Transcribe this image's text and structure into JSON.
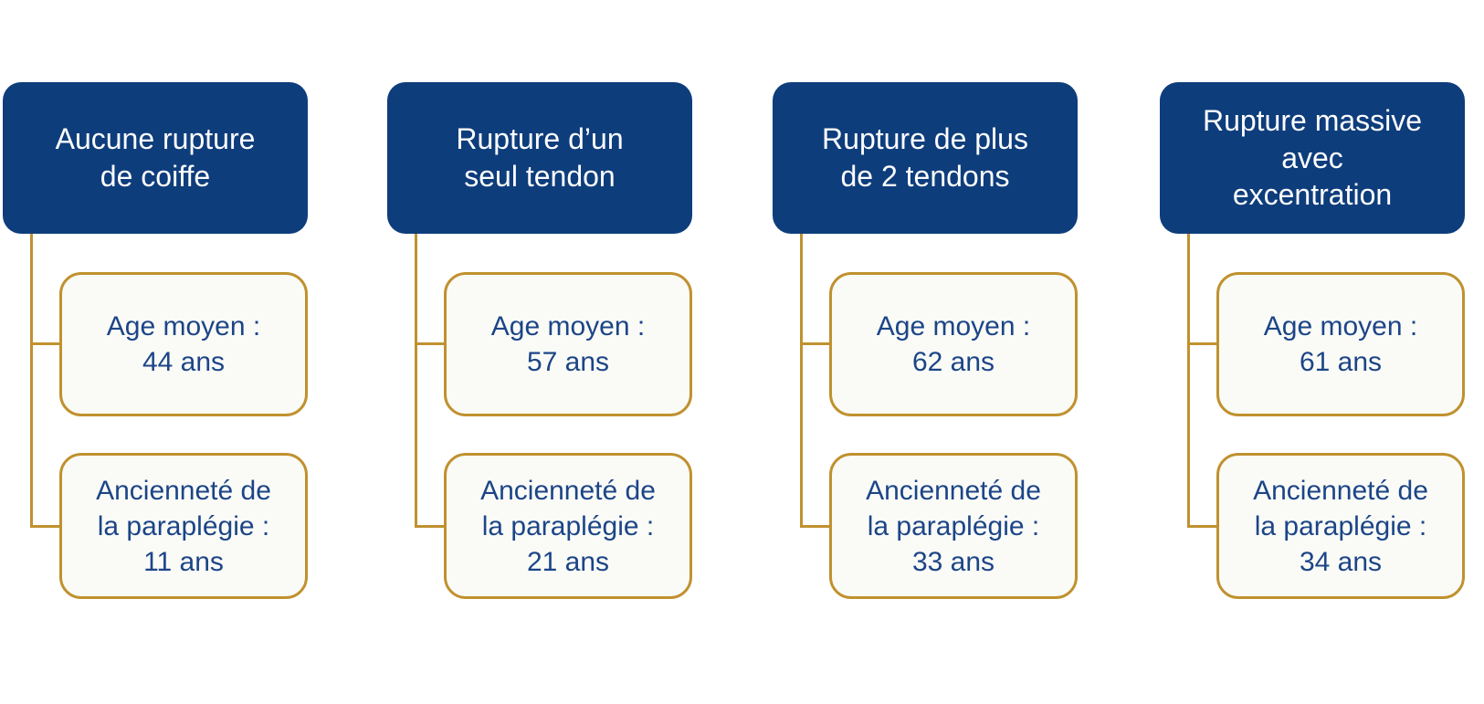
{
  "diagram": {
    "type": "hierarchy-list",
    "language": "fr",
    "colors": {
      "header_background": "#0e3d7c",
      "header_text": "#ffffff",
      "child_background": "#fafbf7",
      "child_border": "#c0912f",
      "child_text": "#1c4587",
      "connector": "#c0912f"
    },
    "columns": [
      {
        "header": "Aucune rupture\nde coiffe",
        "age_label": "Age moyen :\n44 ans",
        "age_years": 44,
        "paraplegia_label": "Ancienneté de\nla paraplégie :\n11 ans",
        "paraplegia_years": 11
      },
      {
        "header": "Rupture d’un\nseul tendon",
        "age_label": "Age moyen :\n57 ans",
        "age_years": 57,
        "paraplegia_label": "Ancienneté de\nla paraplégie :\n21 ans",
        "paraplegia_years": 21
      },
      {
        "header": "Rupture de plus\nde 2 tendons",
        "age_label": "Age moyen :\n62 ans",
        "age_years": 62,
        "paraplegia_label": "Ancienneté de\nla paraplégie :\n33 ans",
        "paraplegia_years": 33
      },
      {
        "header": "Rupture massive\navec\nexcentration",
        "age_label": "Age moyen :\n61 ans",
        "age_years": 61,
        "paraplegia_label": "Ancienneté de\nla paraplégie :\n34 ans",
        "paraplegia_years": 34
      }
    ]
  }
}
